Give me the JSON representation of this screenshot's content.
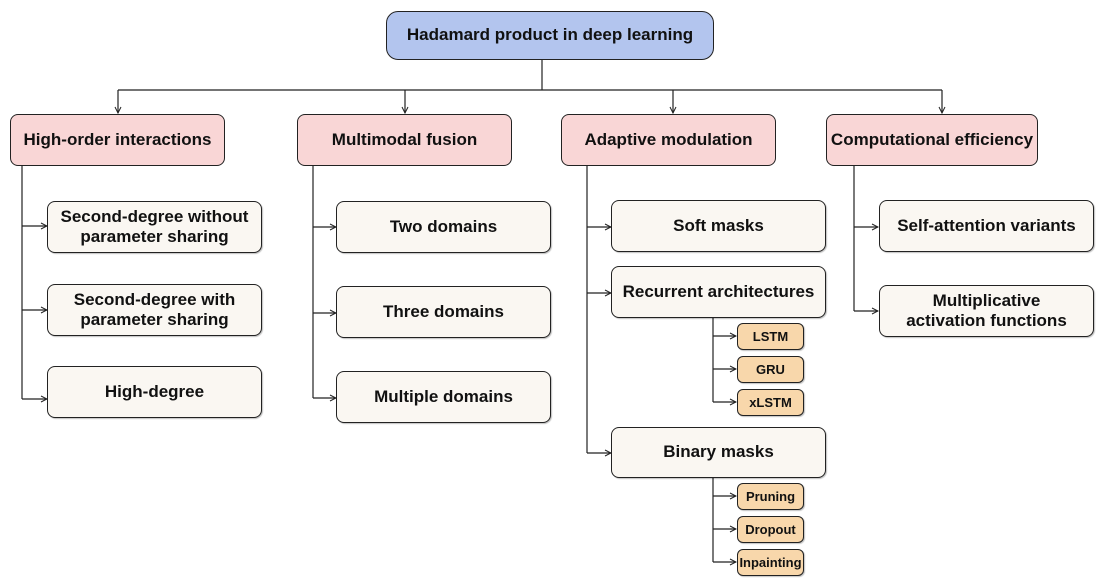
{
  "root": {
    "label": "Hadamard product in deep learning"
  },
  "categories": [
    {
      "label": "High-order interactions",
      "items": [
        "Second-degree without parameter sharing",
        "Second-degree with parameter sharing",
        "High-degree"
      ]
    },
    {
      "label": "Multimodal fusion",
      "items": [
        "Two domains",
        "Three domains",
        "Multiple domains"
      ]
    },
    {
      "label": "Adaptive modulation",
      "items": [
        "Soft masks",
        "Recurrent architectures",
        "Binary masks"
      ],
      "recurrent_children": [
        "LSTM",
        "GRU",
        "xLSTM"
      ],
      "binary_children": [
        "Pruning",
        "Dropout",
        "Inpainting"
      ]
    },
    {
      "label": "Computational efficiency",
      "items": [
        "Self-attention variants",
        "Multiplicative activation functions"
      ]
    }
  ],
  "colors": {
    "root_fill": "#b3c5ee",
    "category_fill": "#f9d6d6",
    "item_fill": "#faf7f2",
    "leaf_fill": "#f8d7ab",
    "line": "#222222"
  }
}
